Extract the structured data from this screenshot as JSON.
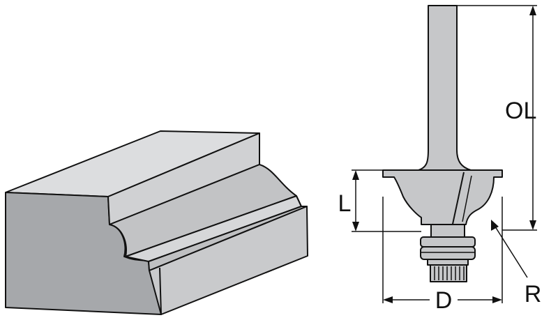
{
  "diagram": {
    "labels": {
      "overall_length": "OL",
      "cutting_length": "L",
      "radius": "R",
      "diameter": "D"
    }
  },
  "colors": {
    "outline": "#111111",
    "face_light": "#d8d9da",
    "face_mid": "#c4c5c7",
    "face_dark": "#a9abad",
    "bit": "#c6c7c9",
    "dimension_line": "#111111"
  }
}
